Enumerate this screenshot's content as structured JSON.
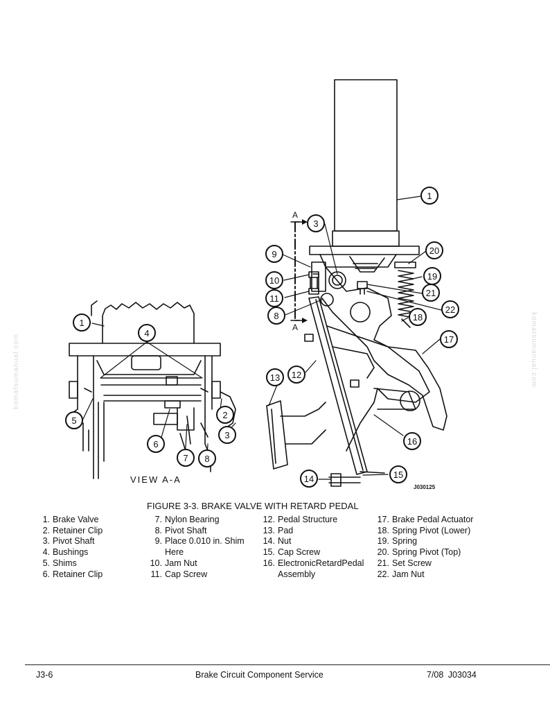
{
  "watermark": "komatsumanual.com",
  "figure": {
    "view_label": "VIEW A-A",
    "section_mark": "A",
    "drawing_number": "J030125",
    "callouts": [
      "1",
      "2",
      "3",
      "4",
      "5",
      "6",
      "7",
      "8",
      "9",
      "10",
      "11",
      "12",
      "13",
      "14",
      "15",
      "16",
      "17",
      "18",
      "19",
      "20",
      "21",
      "22"
    ]
  },
  "caption": "FIGURE 3-3. BRAKE VALVE WITH RETARD PEDAL",
  "legend": {
    "col1": [
      {
        "n": "1.",
        "t": "Brake Valve"
      },
      {
        "n": "2.",
        "t": "Retainer Clip"
      },
      {
        "n": "3.",
        "t": "Pivot Shaft"
      },
      {
        "n": "4.",
        "t": "Bushings"
      },
      {
        "n": "5.",
        "t": "Shims"
      },
      {
        "n": "6.",
        "t": "Retainer Clip"
      }
    ],
    "col2": [
      {
        "n": "7.",
        "t": "Nylon Bearing"
      },
      {
        "n": "8.",
        "t": "Pivot Shaft"
      },
      {
        "n": "9.",
        "t": "Place 0.010 in. Shim Here"
      },
      {
        "n": "10.",
        "t": "Jam Nut"
      },
      {
        "n": "11.",
        "t": "Cap Screw"
      }
    ],
    "col3": [
      {
        "n": "12.",
        "t": "Pedal Structure"
      },
      {
        "n": "13.",
        "t": "Pad"
      },
      {
        "n": "14.",
        "t": "Nut"
      },
      {
        "n": "15.",
        "t": "Cap Screw"
      },
      {
        "n": "16.",
        "t": "ElectronicRetardPedal Assembly"
      }
    ],
    "col4": [
      {
        "n": "17.",
        "t": "Brake Pedal Actuator"
      },
      {
        "n": "18.",
        "t": "Spring Pivot (Lower)"
      },
      {
        "n": "19.",
        "t": "Spring"
      },
      {
        "n": "20.",
        "t": "Spring Pivot (Top)"
      },
      {
        "n": "21.",
        "t": "Set Screw"
      },
      {
        "n": "22.",
        "t": "Jam Nut"
      }
    ]
  },
  "footer": {
    "left": "J3-6",
    "center": "Brake Circuit Component Service",
    "right": "7/08 J03034"
  }
}
